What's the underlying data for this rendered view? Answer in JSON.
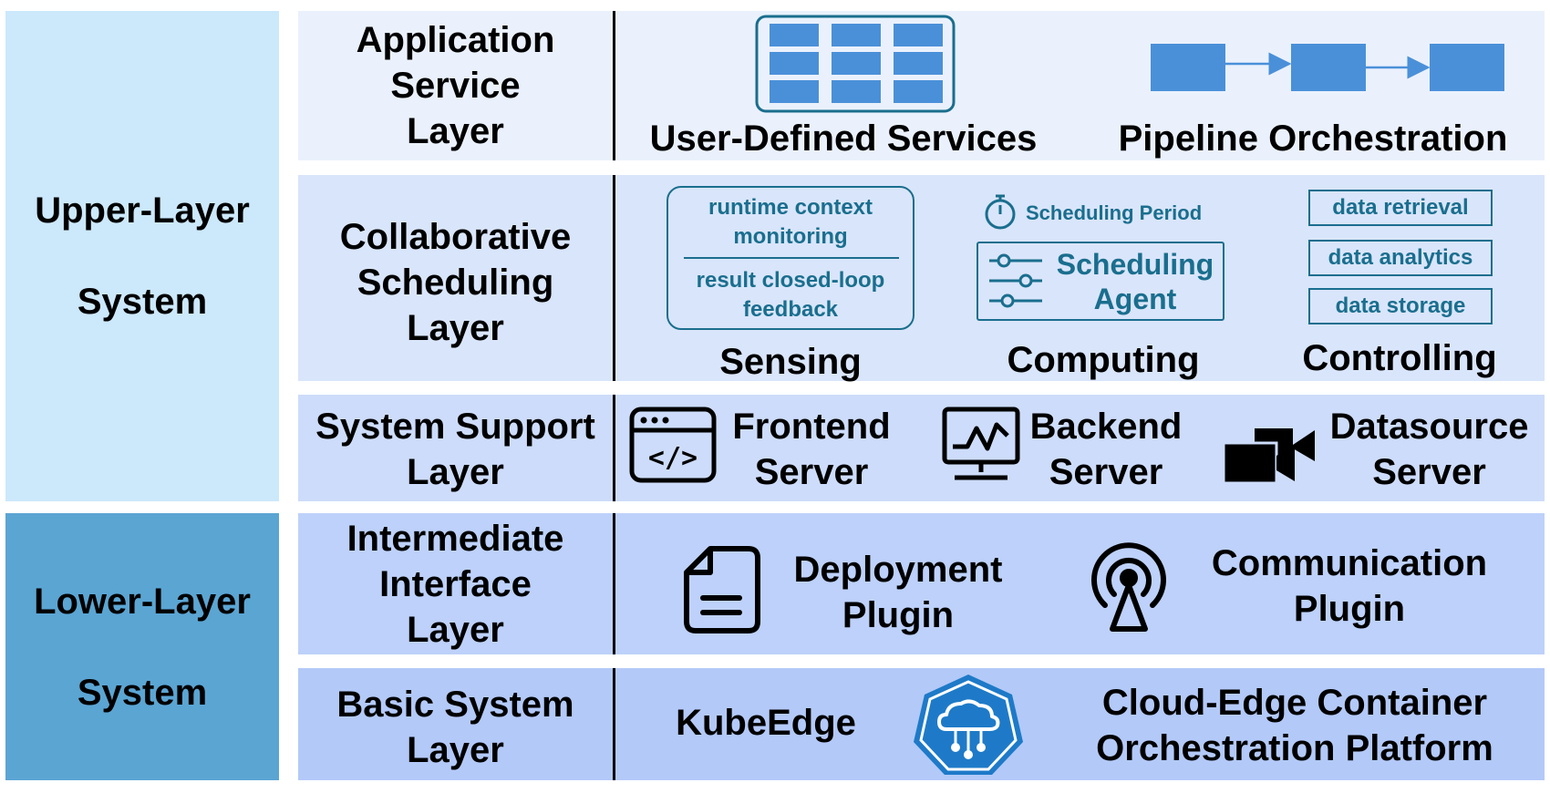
{
  "upper_system": {
    "line1": "Upper-Layer",
    "line2": "System"
  },
  "lower_system": {
    "line1": "Lower-Layer",
    "line2": "System"
  },
  "layers": {
    "application": {
      "label": [
        "Application",
        "Service",
        "Layer"
      ],
      "user_defined_services": "User-Defined Services",
      "pipeline_orchestration": "Pipeline Orchestration"
    },
    "scheduling": {
      "label": [
        "Collaborative",
        "Scheduling",
        "Layer"
      ],
      "sensing_box": {
        "top_line1": "runtime context",
        "top_line2": "monitoring",
        "bottom_line1": "result closed-loop",
        "bottom_line2": "feedback"
      },
      "sensing": "Sensing",
      "scheduling_period": "Scheduling Period",
      "agent": {
        "line1": "Scheduling",
        "line2": "Agent"
      },
      "computing": "Computing",
      "controls": [
        "data retrieval",
        "data analytics",
        "data storage"
      ],
      "controlling": "Controlling"
    },
    "support": {
      "label": [
        "System Support",
        "Layer"
      ],
      "frontend": [
        "Frontend",
        "Server"
      ],
      "backend": [
        "Backend",
        "Server"
      ],
      "datasource": [
        "Datasource",
        "Server"
      ]
    },
    "intermediate": {
      "label": [
        "Intermediate",
        "Interface",
        "Layer"
      ],
      "deployment": [
        "Deployment",
        "Plugin"
      ],
      "communication": [
        "Communication",
        "Plugin"
      ]
    },
    "basic": {
      "label": [
        "Basic System",
        "Layer"
      ],
      "kubeedge": "KubeEdge",
      "platform": [
        "Cloud-Edge Container",
        "Orchestration Platform"
      ]
    }
  },
  "colors": {
    "upper_system_bg": "#cce8fb",
    "lower_system_bg": "#5ba5d3",
    "app_row_bg": "#eaf1fc",
    "sched_row_bg": "#d9e5fa",
    "support_row_bg": "#cddcfa",
    "inter_row_bg": "#bdd1fa",
    "basic_row_bg": "#b3c9f8",
    "icon_blue": "#4a90d9",
    "teal": "#1a6e8e"
  }
}
